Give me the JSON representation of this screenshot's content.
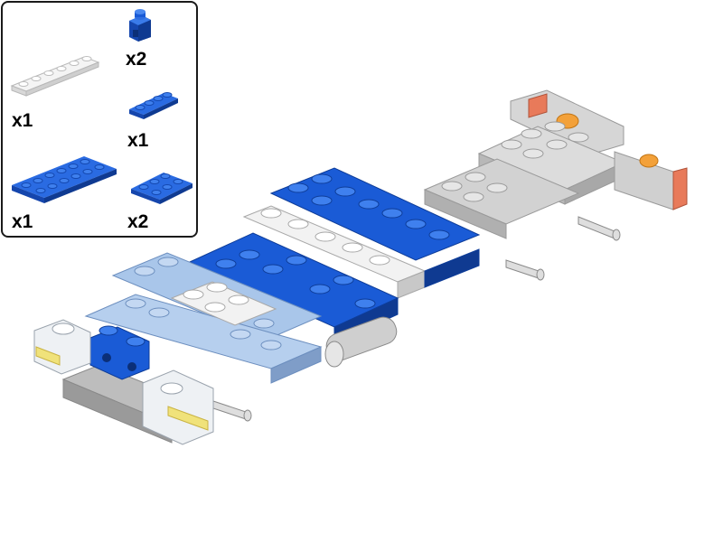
{
  "parts_list": {
    "items": [
      {
        "part": "blue-1x1-bracket",
        "color": "#1a5bd6",
        "quantity": "x2"
      },
      {
        "part": "white-1x6-plate",
        "color": "#eeeeee",
        "quantity": "x1"
      },
      {
        "part": "blue-1x4-plate",
        "color": "#1a5bd6",
        "quantity": "x1"
      },
      {
        "part": "blue-2x6-plate",
        "color": "#1a5bd6",
        "quantity": "x1"
      },
      {
        "part": "blue-2x3-plate",
        "color": "#1a5bd6",
        "quantity": "x2"
      }
    ]
  },
  "colors": {
    "blue": "#1a5bd6",
    "light_blue": "#a9c6ea",
    "white": "#f2f2f2",
    "light_gray": "#c9c9c9",
    "dark_gray": "#8a8a8a",
    "trans_clear": "#e8ecef",
    "trans_yellow": "#f0e27a",
    "trans_red": "#e87a5a",
    "trans_orange": "#f3a13a"
  }
}
